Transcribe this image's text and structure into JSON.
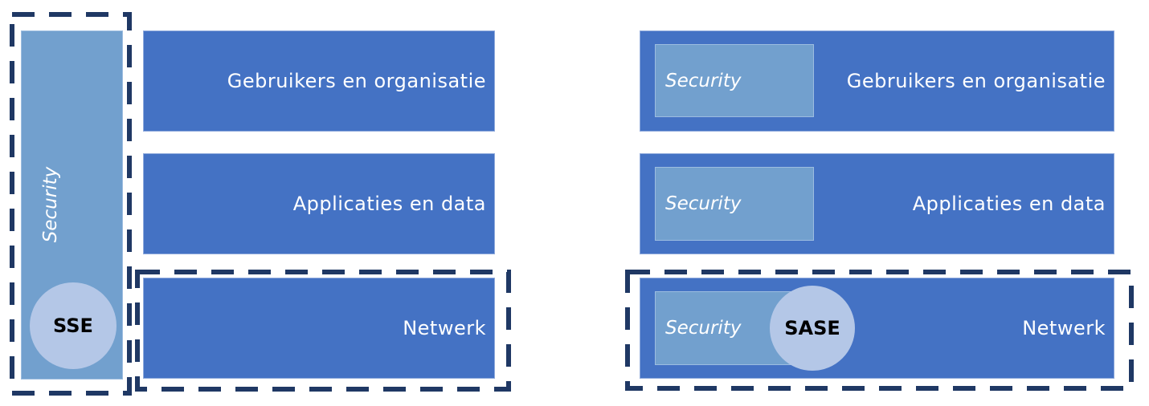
{
  "left_diagram": {
    "security_label": "Security",
    "badge": "SSE",
    "layers": [
      "Gebruikers en organisatie",
      "Applicaties en data",
      "Netwerk"
    ]
  },
  "right_diagram": {
    "security_label": "Security",
    "badge": "SASE",
    "layers": [
      "Gebruikers en organisatie",
      "Applicaties en data",
      "Netwerk"
    ]
  },
  "colors": {
    "layer_fill": "#4472c4",
    "security_fill": "#72a0ce",
    "badge_fill": "#b4c7e7",
    "dashed_border": "#1f3864"
  }
}
